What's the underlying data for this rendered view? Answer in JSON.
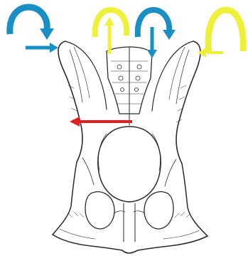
{
  "diagram": {
    "subject": "pelvis-illustration-ventral-view",
    "background_color": "#ffffff",
    "line_color": "#2b2b2b",
    "arrow_colors": {
      "blue": "#1a8fc4",
      "yellow": "#eef03a",
      "red": "#e02020"
    },
    "arrows": [
      {
        "name": "blue-rotation-arrow-left",
        "color": "blue",
        "kind": "curved-rotation"
      },
      {
        "name": "blue-horizontal-arrow-left",
        "color": "blue",
        "kind": "straight-right"
      },
      {
        "name": "yellow-rotation-arrow-center-left",
        "color": "yellow",
        "kind": "curved-rotation"
      },
      {
        "name": "blue-rotation-arrow-center-right",
        "color": "blue",
        "kind": "curved-rotation"
      },
      {
        "name": "yellow-rotation-arrow-right",
        "color": "yellow",
        "kind": "curved-rotation"
      },
      {
        "name": "red-horizontal-arrow",
        "color": "red",
        "kind": "straight-left"
      }
    ]
  }
}
